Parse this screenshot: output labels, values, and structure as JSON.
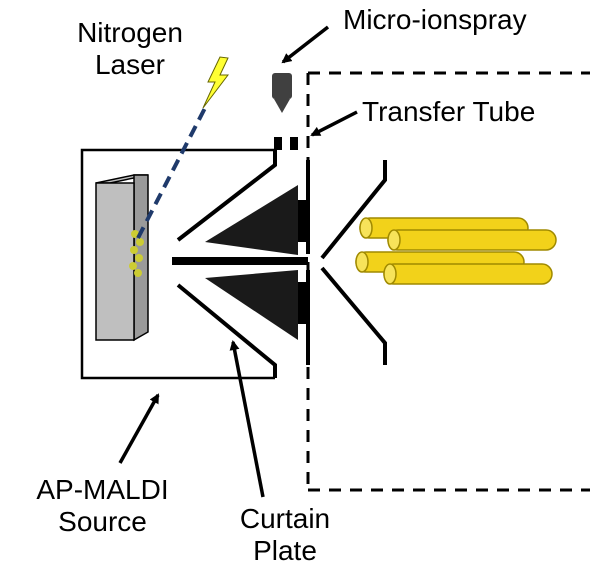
{
  "labels": {
    "nitrogen_laser_line1": "Nitrogen",
    "nitrogen_laser_line2": "Laser",
    "micro_ionspray": "Micro-ionspray",
    "transfer_tube": "Transfer Tube",
    "ap_maldi_line1": "AP-MALDI",
    "ap_maldi_line2": "Source",
    "curtain_line1": "Curtain",
    "curtain_line2": "Plate"
  },
  "colors": {
    "outline": "#000000",
    "sample_plate": "#bfbfbf",
    "sample_plate_side": "#9a9a9a",
    "laser_beam": "#1f3a6b",
    "laser_bolt": "#ffff33",
    "sample_spot": "#cccc33",
    "quadrupole_rods": "#f2d21a",
    "quadrupole_rod_edge": "#a08a00",
    "ionspray_needle": "#404040",
    "cone": "#1a1a1a"
  },
  "icons": {
    "laser": "lightning-bolt-icon",
    "ionspray": "spray-needle-icon"
  }
}
